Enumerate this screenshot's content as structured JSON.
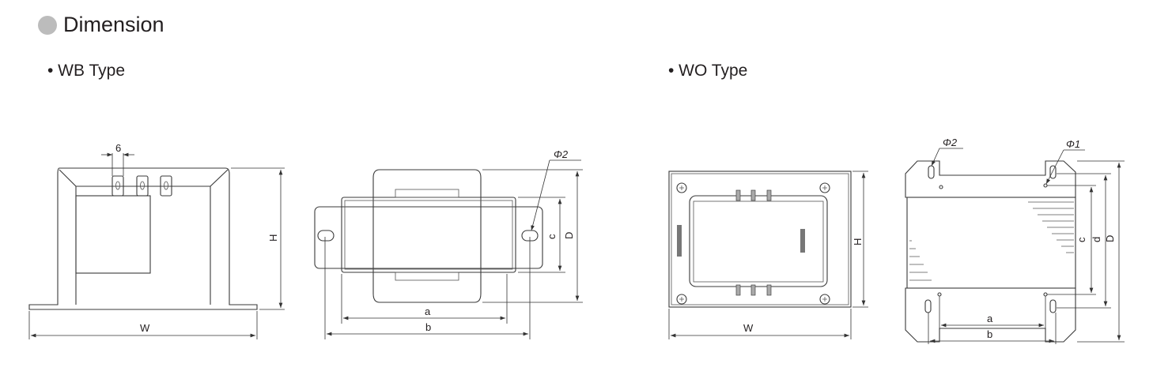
{
  "heading": {
    "bullet_color": "#bcbcbc",
    "title": "Dimension"
  },
  "sections": [
    {
      "label": "• WB Type",
      "front_view": {
        "terminal_pitch": "6",
        "height_label": "H",
        "width_label": "W"
      },
      "top_view": {
        "hole_label": "Φ2",
        "a_label": "a",
        "b_label": "b",
        "c_label": "c",
        "D_label": "D"
      }
    },
    {
      "label": "• WO Type",
      "front_view": {
        "height_label": "H",
        "width_label": "W"
      },
      "side_view": {
        "hole_large_label": "Φ2",
        "hole_small_label": "Φ1",
        "a_label": "a",
        "b_label": "b",
        "c_label": "c",
        "d_label": "d",
        "D_label": "D"
      }
    }
  ]
}
